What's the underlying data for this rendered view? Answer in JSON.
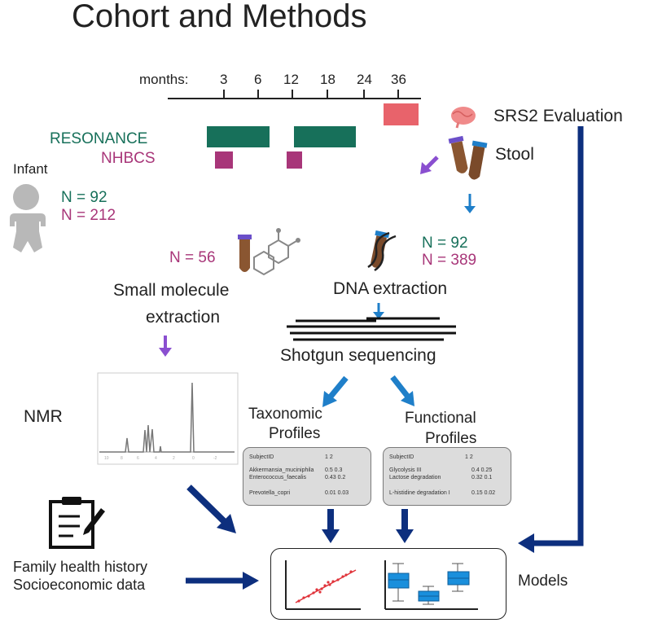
{
  "title": "Cohort and Methods",
  "timeline": {
    "prefix": "months:",
    "ticks": [
      "3",
      "6",
      "12",
      "18",
      "24",
      "36"
    ]
  },
  "cohorts": {
    "resonance": "RESONANCE",
    "nhbcs": "NHBCS"
  },
  "infant": {
    "label": "Infant",
    "n_resonance": "N = 92",
    "n_nhbcs": "N = 212"
  },
  "srs2": "SRS2 Evaluation",
  "stool": "Stool",
  "small_molecule": {
    "n": "N = 56",
    "line1": "Small molecule",
    "line2": "extraction"
  },
  "dna": {
    "n_resonance": "N = 92",
    "n_nhbcs": "N = 389",
    "label": "DNA extraction"
  },
  "shotgun": "Shotgun sequencing",
  "nmr": "NMR",
  "taxonomic": {
    "line1": "Taxonomic",
    "line2": "Profiles",
    "header_id": "SubjectID",
    "header_cols": "1  2",
    "rows": [
      {
        "name": "Akkermansia_muciniphila",
        "vals": "0.5 0.3"
      },
      {
        "name": "Enterococcus_faecalis",
        "vals": "0.43 0.2"
      },
      {
        "name": "Prevotella_copri",
        "vals": "0.01 0.03"
      }
    ]
  },
  "functional": {
    "line1": "Functional",
    "line2": "Profiles",
    "header_id": "SubjectID",
    "header_cols": "1  2",
    "rows": [
      {
        "name": "Glycolysis III",
        "vals": "0.4 0.25"
      },
      {
        "name": "Lactose degradation",
        "vals": "0.32 0.1"
      },
      {
        "name": "L-histidine degradation I",
        "vals": "0.15 0.02"
      }
    ]
  },
  "family": {
    "line1": "Family health history",
    "line2": "Socioeconomic data"
  },
  "models": "Models",
  "colors": {
    "green": "#17705a",
    "magenta": "#a83679",
    "salmon": "#e8636b",
    "navy": "#0d2f7e",
    "blue_arrow": "#1f7fc9",
    "purple_arrow": "#8a4fd0",
    "boxplot_blue": "#1a8fdc",
    "scatter_red": "#e0333a"
  }
}
